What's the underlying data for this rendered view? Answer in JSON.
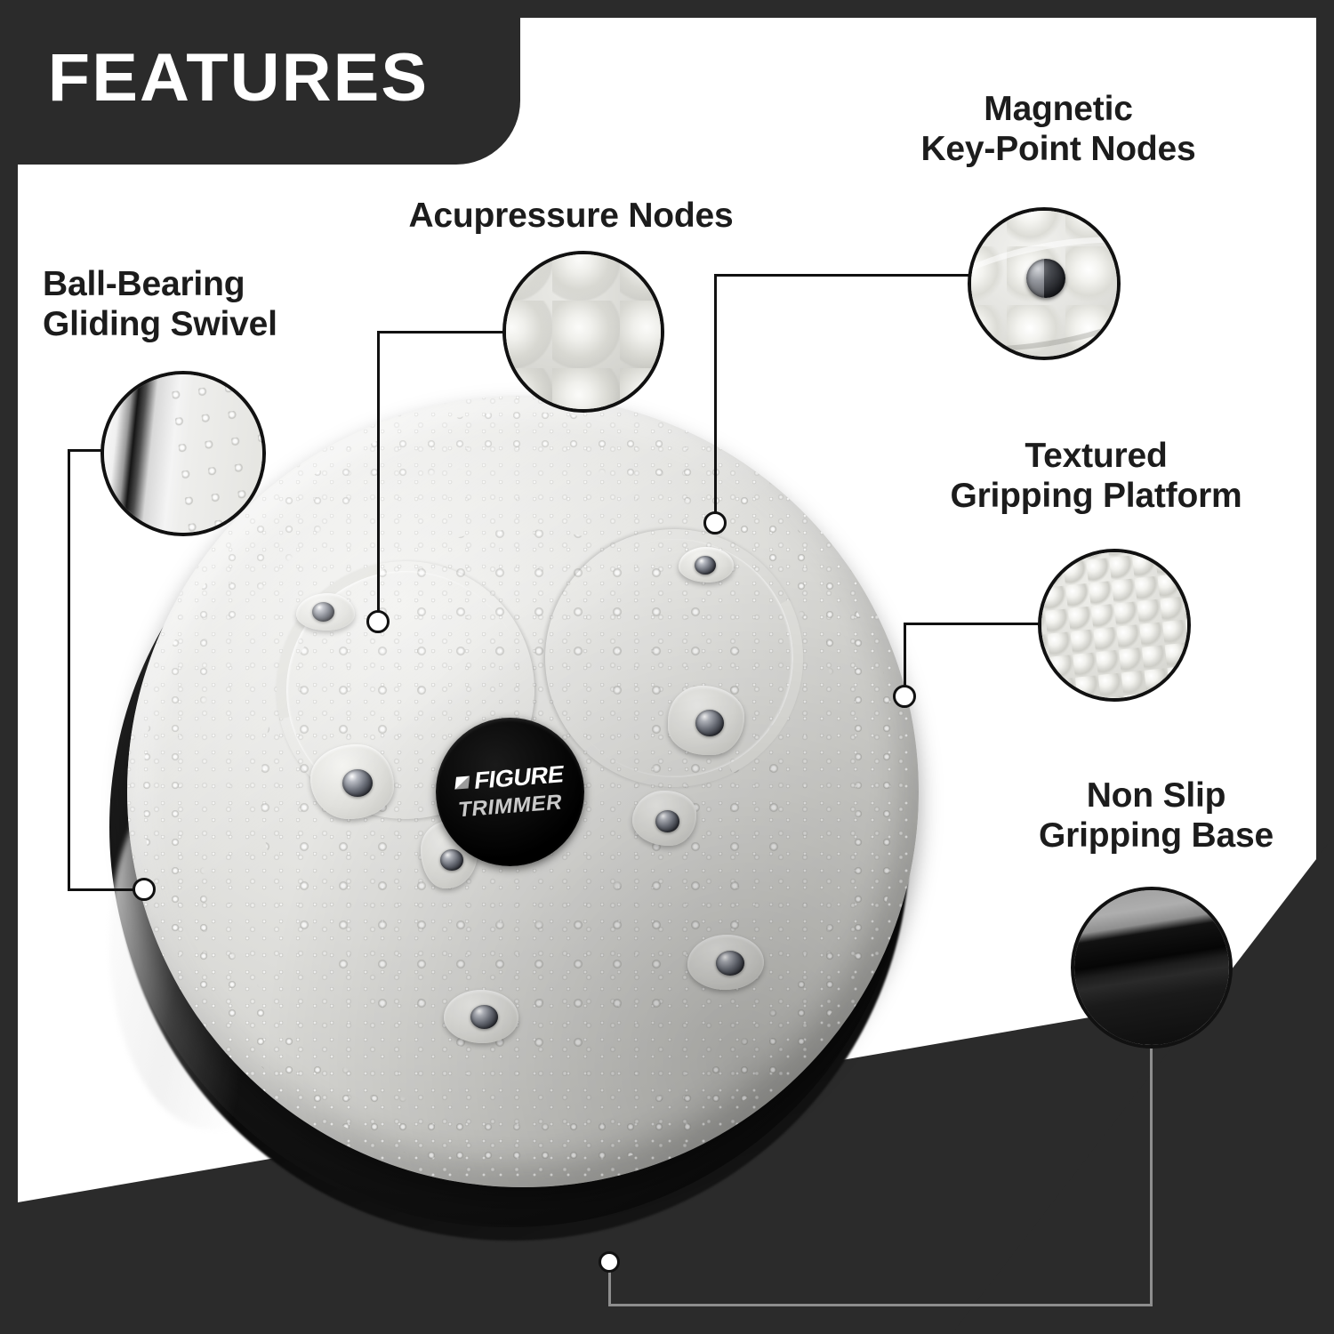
{
  "header": {
    "title": "FEATURES"
  },
  "product": {
    "brand_line1": "FIGURE",
    "brand_line2": "TRIMMER"
  },
  "colors": {
    "frame_dark": "#2b2b2b",
    "sheet_white": "#ffffff",
    "text_dark": "#1c1c1c",
    "line_black": "#111111",
    "platform_grey": "#dedeD9",
    "base_black": "#0c0c0c"
  },
  "features": [
    {
      "id": "ball-bearing",
      "label_line1": "Ball-Bearing",
      "label_line2": "Gliding Swivel",
      "icon": "magnifier-circle-ball-bearing"
    },
    {
      "id": "acupressure",
      "label_line1": "Acupressure Nodes",
      "label_line2": "",
      "icon": "magnifier-circle-acupressure-nodes"
    },
    {
      "id": "magnetic",
      "label_line1": "Magnetic",
      "label_line2": "Key-Point Nodes",
      "icon": "magnifier-circle-magnetic-node"
    },
    {
      "id": "textured",
      "label_line1": "Textured",
      "label_line2": "Gripping Platform",
      "icon": "magnifier-circle-textured-platform"
    },
    {
      "id": "non-slip",
      "label_line1": "Non Slip",
      "label_line2": "Gripping Base",
      "icon": "magnifier-circle-non-slip-base"
    }
  ]
}
